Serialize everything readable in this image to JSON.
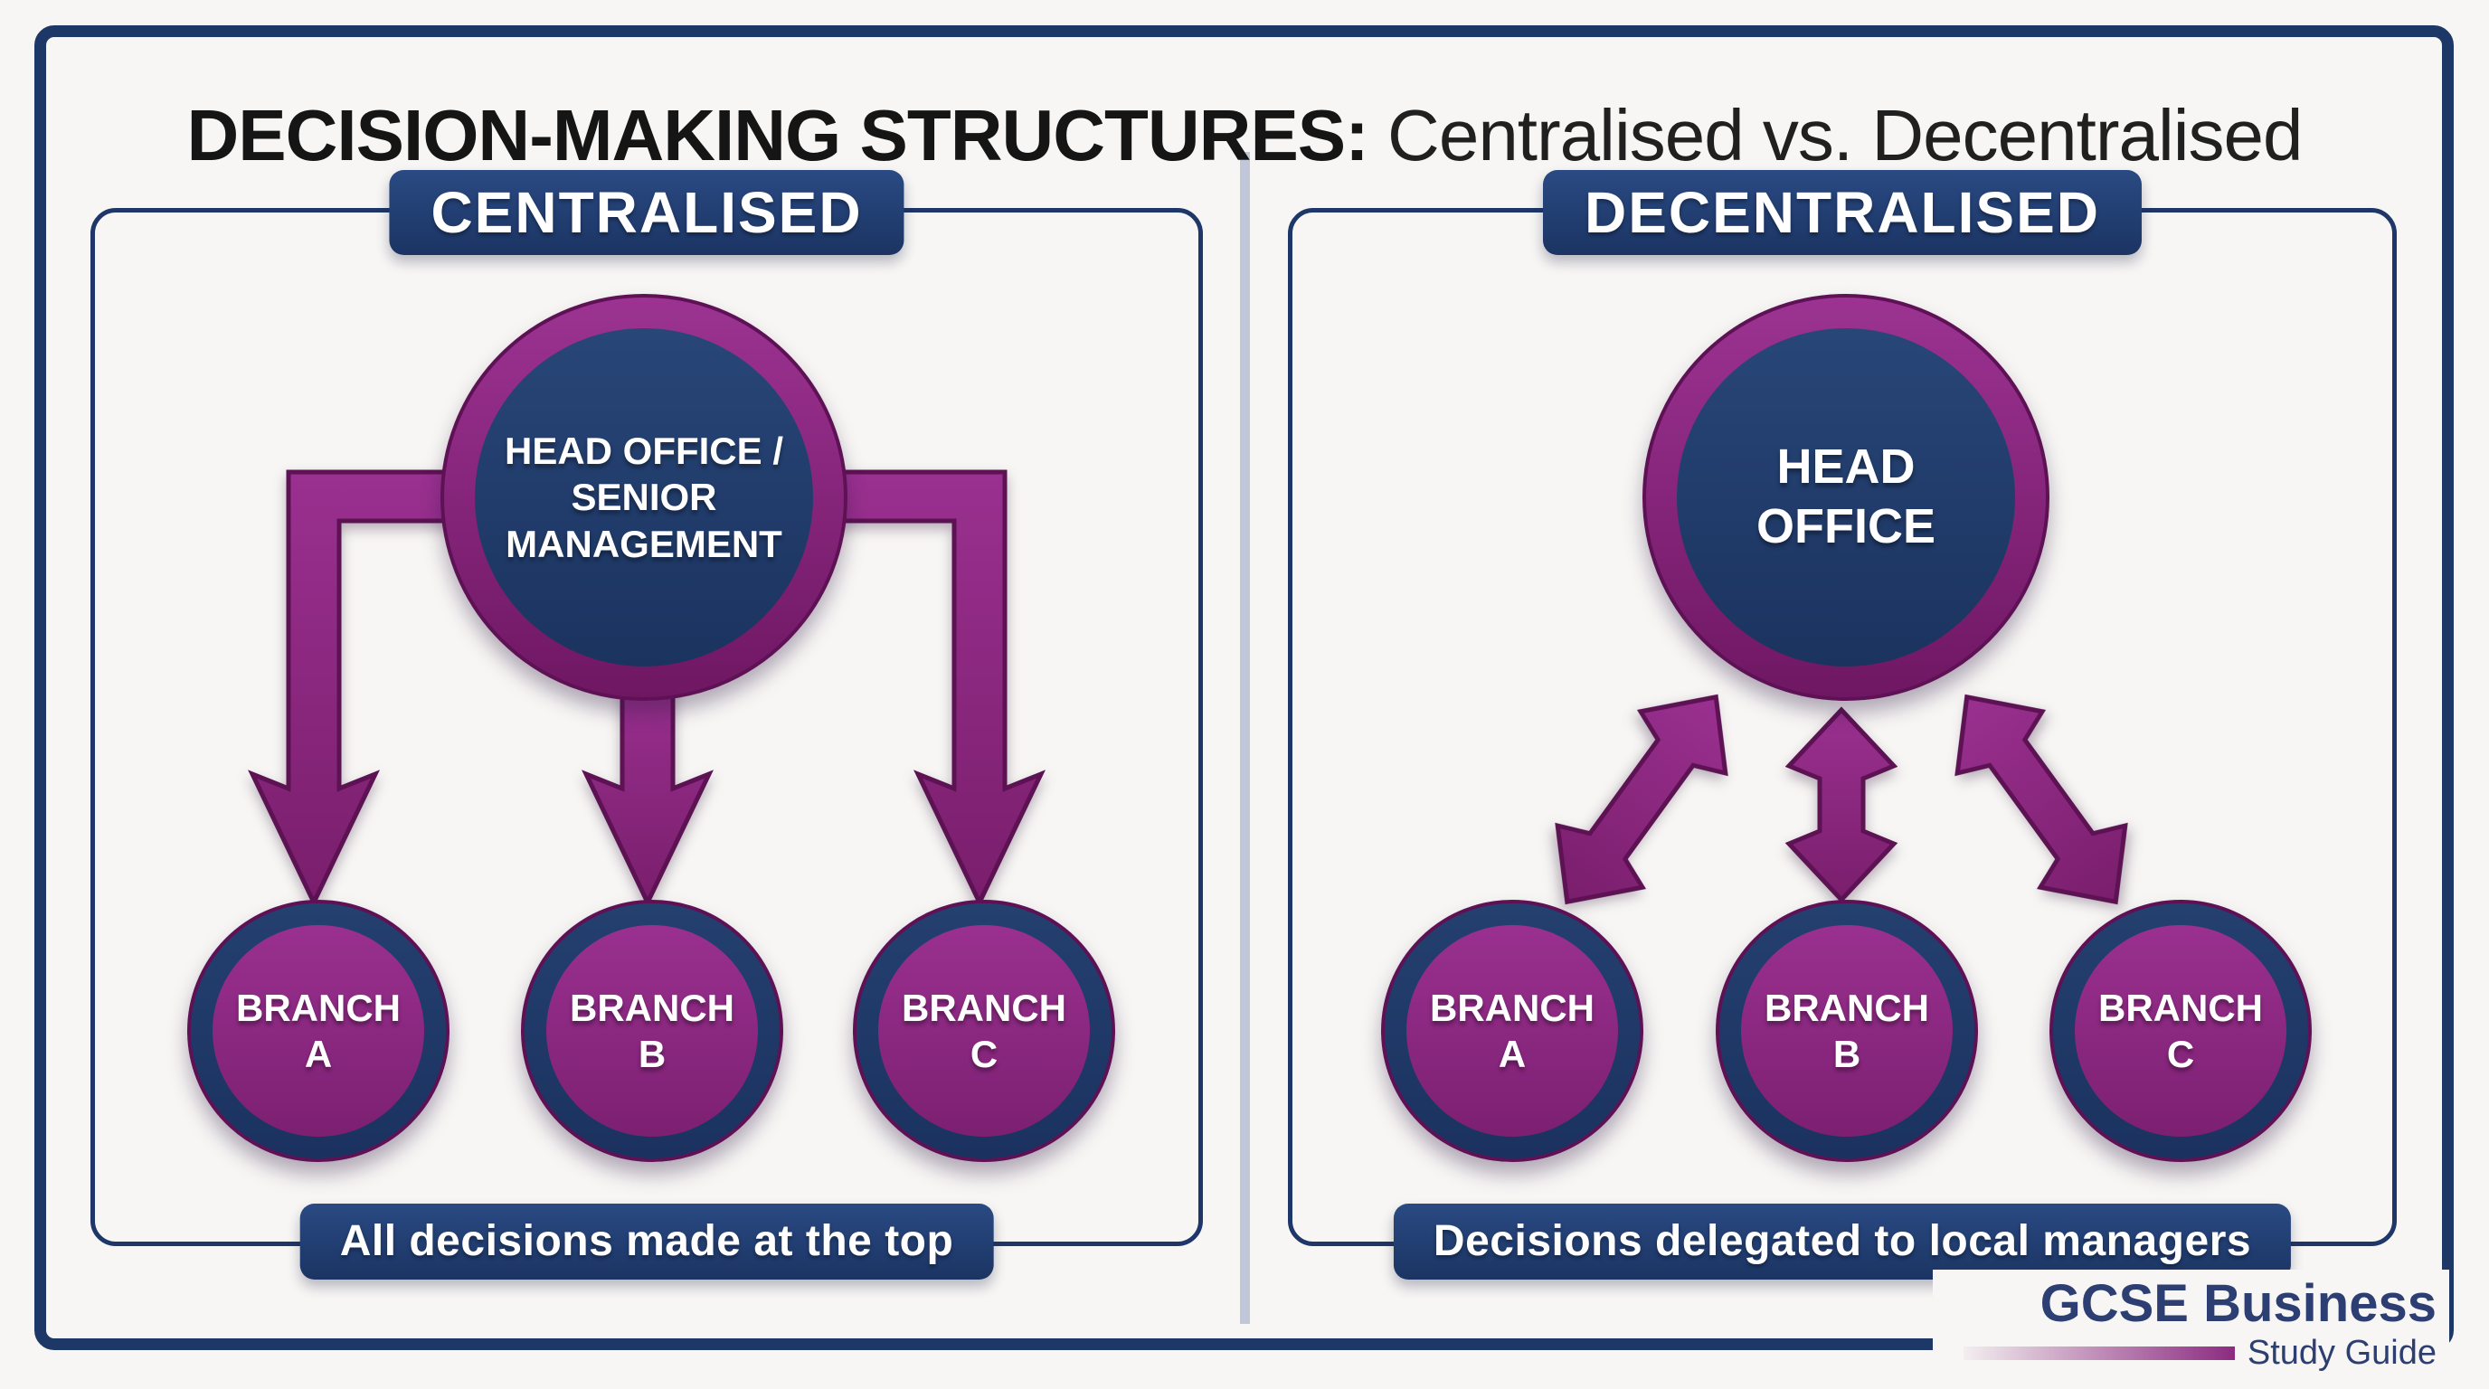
{
  "title": {
    "bold": "DECISION-MAKING STRUCTURES:",
    "regular": "Centralised vs. Decentralised"
  },
  "panels": {
    "centralised": {
      "header": "CENTRALISED",
      "head_office_label": "HEAD OFFICE / SENIOR MANAGEMENT",
      "branches": [
        {
          "label": "BRANCH A"
        },
        {
          "label": "BRANCH B"
        },
        {
          "label": "BRANCH C"
        }
      ],
      "caption": "All decisions made at the top"
    },
    "decentralised": {
      "header": "DECENTRALISED",
      "head_office_label": "HEAD OFFICE",
      "branches": [
        {
          "label": "BRANCH A"
        },
        {
          "label": "BRANCH B"
        },
        {
          "label": "BRANCH C"
        }
      ],
      "caption": "Decisions delegated to local managers"
    }
  },
  "logo": {
    "title": "GCSE Business",
    "subtitle": "Study Guide"
  },
  "colors": {
    "navy": "#1e3768",
    "navy_fill": "#1f3a69",
    "purple": "#8a2478",
    "purple_dark": "#5c1253",
    "divider": "#bfc7d8",
    "background": "#f7f6f4",
    "title_text": "#151515",
    "logo_navy": "#2d3f72"
  }
}
